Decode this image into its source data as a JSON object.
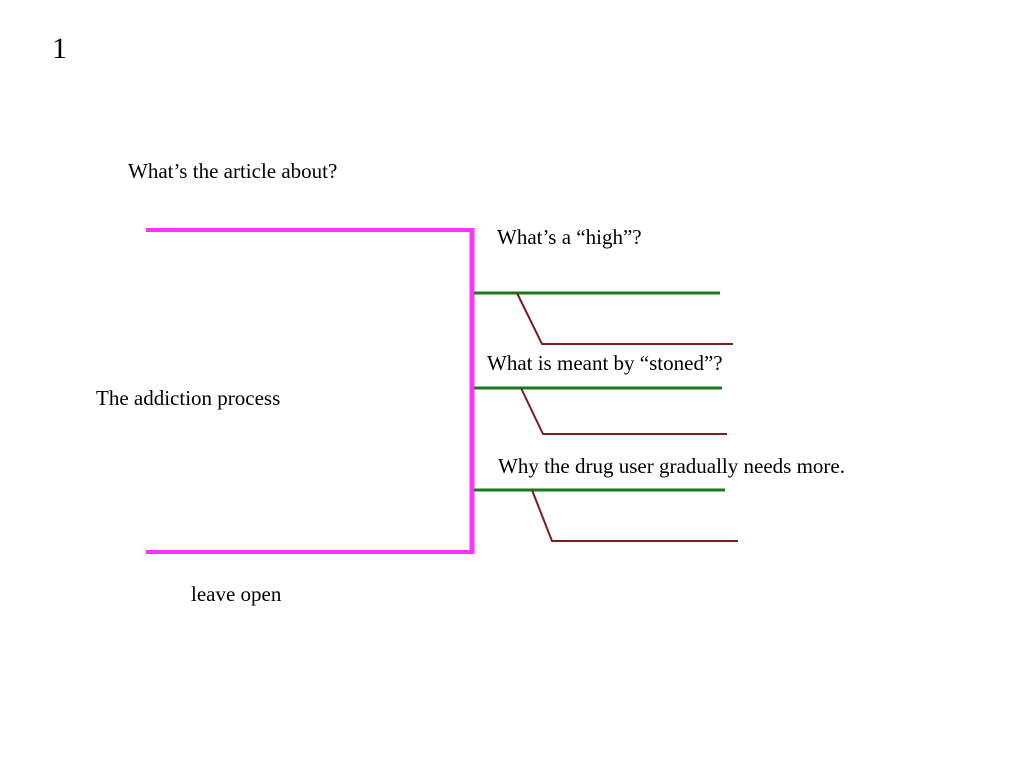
{
  "slide": {
    "number": "1"
  },
  "diagram": {
    "question": "What’s the article about?",
    "main_topic": "The addiction process",
    "footer_note": "leave open",
    "branches": [
      {
        "label": "What’s a “high”?"
      },
      {
        "label": "What is meant by “stoned”?"
      },
      {
        "label": "Why the drug user gradually needs more."
      }
    ]
  },
  "colors": {
    "bracket": "#ff33ff",
    "branch_line": "#1a7a1a",
    "sub_line": "#7a1f1f",
    "text": "#000000"
  }
}
